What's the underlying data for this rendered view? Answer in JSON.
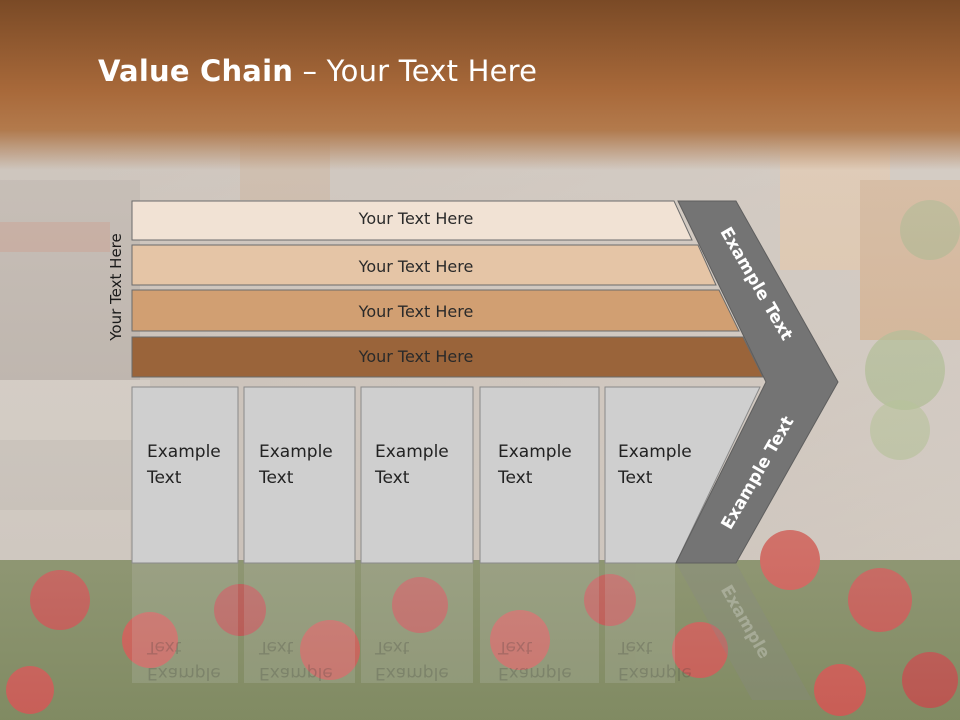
{
  "title": {
    "bold": "Value Chain",
    "rest": " – Your Text Here"
  },
  "side_label": "Your Text Here",
  "bars": [
    {
      "label": "Your Text Here",
      "color": "#f1e2d4"
    },
    {
      "label": "Your Text Here",
      "color": "#e5c5a6"
    },
    {
      "label": "Your Text Here",
      "color": "#d19f72"
    },
    {
      "label": "Your Text Here",
      "color": "#9a643a"
    }
  ],
  "boxes": [
    {
      "line1": "Example",
      "line2": "Text"
    },
    {
      "line1": "Example",
      "line2": "Text"
    },
    {
      "line1": "Example",
      "line2": "Text"
    },
    {
      "line1": "Example",
      "line2": "Text"
    },
    {
      "line1": "Example",
      "line2": "Text"
    }
  ],
  "chevron": {
    "upper_label": "Example Text",
    "lower_label": "Example Text",
    "reflection_label": "Example"
  },
  "colors": {
    "header": "#9a5f30",
    "chevron": "#747474",
    "box": "#cfcfcf"
  }
}
